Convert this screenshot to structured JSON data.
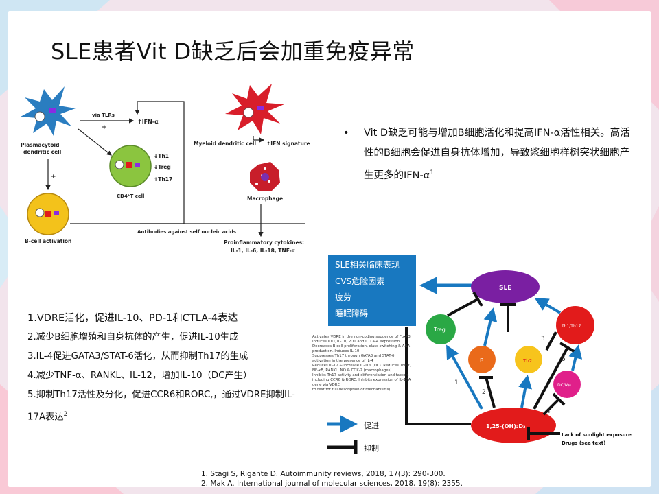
{
  "slide": {
    "title": "SLE患者Vit D缺乏后会加重免疫异常",
    "bullet": {
      "text": "Vit D缺乏可能与增加B细胞活化和提高IFN-α活性相关。高活性的B细胞会促进自身抗体增加，导致浆细胞样树突状细胞产生更多的IFN-α",
      "sup": "1"
    },
    "mechanisms": [
      "1.VDRE活化，促进IL-10、PD-1和CTLA-4表达",
      "2.减少B细胞增殖和自身抗体的产生，促进IL-10生成",
      "3.IL-4促进GATA3/STAT-6活化，从而抑制Th17的生成",
      "4.减少TNF-α、RANKL、IL-12，增加IL-10（DC产生）",
      "5.抑制Th17活性及分化，促进CCR6和RORC,，通过VDRE抑制IL-17A表达"
    ],
    "mechanism_last_sup": "2",
    "references": [
      "1. Stagi S, Rigante D. Autoimmunity reviews, 2018, 17(3): 290-300.",
      "2. Mak A. International journal of molecular sciences, 2018, 19(8): 2355."
    ]
  },
  "figure1": {
    "pdc_label_1": "Plasmacytoid",
    "pdc_label_2": "dendritic cell",
    "via_tlrs": "via TLRs",
    "plus_1": "+",
    "ifn_alpha": "↑IFN-α",
    "myeloid_label": "Myeloid dendritic cell",
    "ifn_signature": "↑IFN signature",
    "th1": "↓Th1",
    "treg": "↓Treg",
    "th17": "↑Th17",
    "cd4_label": "CD4⁺T cell",
    "plus_2": "+",
    "macrophage": "Macrophage",
    "b_activation": "B-cell activation",
    "antibodies": "Antibodies against self nucleic acids",
    "cytokines_1": "Proinflammatory cytokines:",
    "cytokines_2": "IL-1, IL-6, IL-18, TNF-α"
  },
  "figure2": {
    "box_lines": [
      "SLE相关临床表现",
      "CVS危险因素",
      "疲劳",
      "睡眠障碍"
    ],
    "sle": "SLE",
    "treg": "Treg",
    "b": "B",
    "th2": "Th2",
    "th1_th17": "Th1/Th17",
    "dc_mo": "DC/Mø",
    "vitd": "1,25-(OH)₂D₃",
    "num_1": "1",
    "num_2": "2",
    "num_3": "3",
    "num_4": "4",
    "num_5": "5",
    "lack_1": "Lack of sunlight exposure",
    "lack_2": "Drugs (see text)",
    "small_text": [
      "Activates VDRE in the non-coding sequence of FoxP3.",
      "Induces IDO, IL-10, PD1 and CTLA-4 expression",
      "Decreases B cell proliferation, class switching & ANA",
      "production. Induces IL-10",
      "Suppresses Th17 through GATA3 and STAT-6",
      "activation in the presence of IL-4",
      "Reduces IL-12 & increase IL-10s (DC). Reduces TNFα,",
      "NF-κB, RANKL, NO & COX-2 (macrophages)",
      "Inhibits Th17 activity and differentiation and factors",
      "including CCR6 & RORC. Inhibits expression of IL-17A",
      "gene via VDRE",
      "to text for full description of mechanisms)"
    ],
    "legend_promote": "促进",
    "legend_inhibit": "抑制"
  },
  "colors": {
    "blue": "#1878c0",
    "sle_purple": "#7a1fa2",
    "red": "#e21b1b",
    "green": "#2aa845",
    "orange": "#ea6a1a",
    "yellow": "#f7c41c",
    "magenta": "#e0208a"
  }
}
